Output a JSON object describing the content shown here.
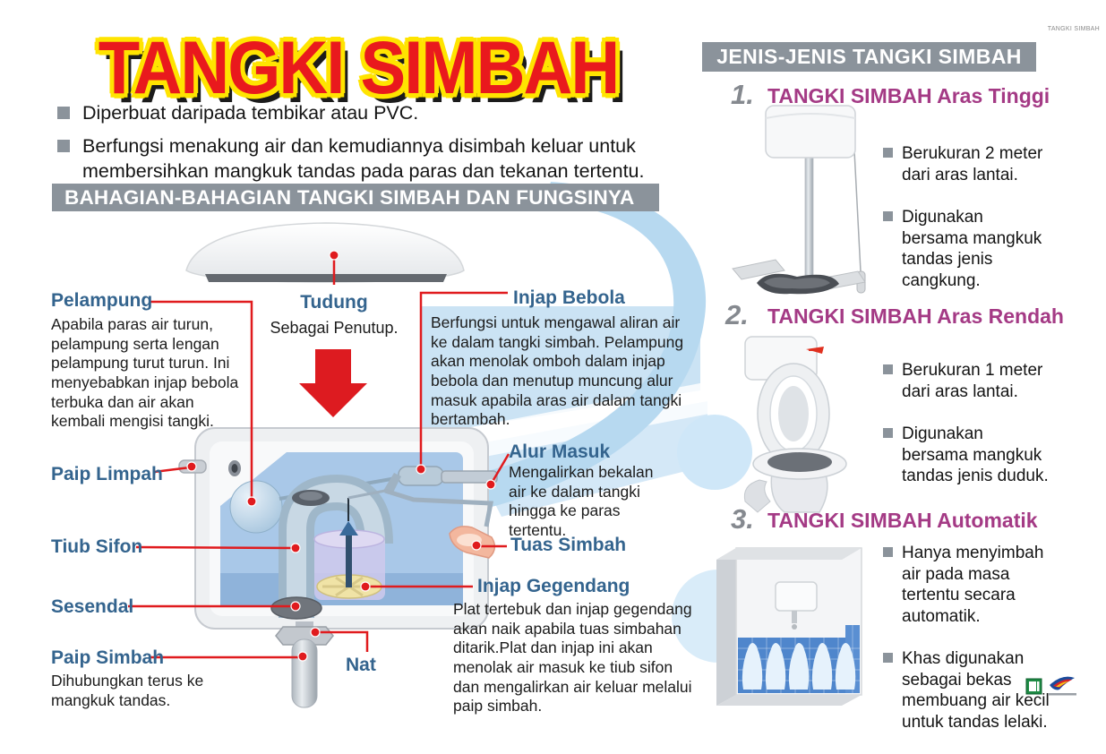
{
  "poster": {
    "corner_tag": "TANGKI SIMBAH",
    "title": "TANGKI SIMBAH",
    "intro": {
      "bullet1": "Diperbuat daripada tembikar atau PVC.",
      "bullet2": "Berfungsi menakung air dan kemudiannya disimbah keluar untuk membersihkan mangkuk tandas pada paras dan tekanan tertentu."
    },
    "section_banner": "BAHAGIAN-BAHAGIAN TANGKI SIMBAH DAN FUNGSINYA"
  },
  "parts": {
    "pelampung": {
      "label": "Pelampung",
      "desc": "Apabila paras air turun, pelampung serta lengan pelampung turut turun. Ini menyebabkan injap bebola terbuka dan air akan kembali mengisi tangki."
    },
    "tudung": {
      "label": "Tudung",
      "desc": "Sebagai Penutup."
    },
    "injap_bebola": {
      "label": "Injap Bebola",
      "desc": "Berfungsi untuk mengawal aliran air ke dalam tangki simbah. Pelampung akan menolak omboh dalam injap bebola dan menutup muncung alur masuk apabila aras air dalam tangki bertambah."
    },
    "paip_limpah": {
      "label": "Paip Limpah"
    },
    "alur_masuk": {
      "label": "Alur Masuk",
      "desc": "Mengalirkan bekalan air ke dalam tangki hingga ke paras tertentu."
    },
    "tiub_sifon": {
      "label": "Tiub Sifon"
    },
    "tuas_simbah": {
      "label": "Tuas Simbah"
    },
    "sesendal": {
      "label": "Sesendal"
    },
    "injap_gegendang": {
      "label": "Injap Gegendang",
      "desc": "Plat tertebuk dan injap gegendang akan naik apabila tuas simbahan ditarik.Plat dan injap ini akan menolak air masuk ke tiub sifon dan mengalirkan air keluar melalui paip simbah."
    },
    "paip_simbah": {
      "label": "Paip Simbah",
      "desc": "Dihubungkan terus ke mangkuk tandas."
    },
    "nat": {
      "label": "Nat"
    }
  },
  "types_panel": {
    "header": "JENIS-JENIS TANGKI SIMBAH",
    "items": [
      {
        "number": "1.",
        "title": "TANGKI SIMBAH Aras Tinggi",
        "bullet1": "Berukuran 2 meter dari aras lantai.",
        "bullet2": "Digunakan bersama mangkuk tandas jenis cangkung."
      },
      {
        "number": "2.",
        "title": "TANGKI SIMBAH Aras Rendah",
        "bullet1": "Berukuran 1 meter dari aras lantai.",
        "bullet2": "Digunakan bersama mangkuk tandas jenis duduk."
      },
      {
        "number": "3.",
        "title": "TANGKI SIMBAH Automatik",
        "bullet1": "Hanya menyimbah air pada masa tertentu secara automatik.",
        "bullet2": "Khas digunakan sebagai bekas membuang air kecil untuk tandas lelaki."
      }
    ]
  },
  "colors": {
    "title_red": "#e9191d",
    "title_outline": "#ffe400",
    "label_blue": "#34648e",
    "callout_red": "#e01b1e",
    "banner_gray": "#8b939b",
    "heading_magenta": "#a43a85",
    "swoosh_blue": "#c3def2",
    "water_blue": "#a9c8e8",
    "tile_blue": "#4f86cc"
  }
}
